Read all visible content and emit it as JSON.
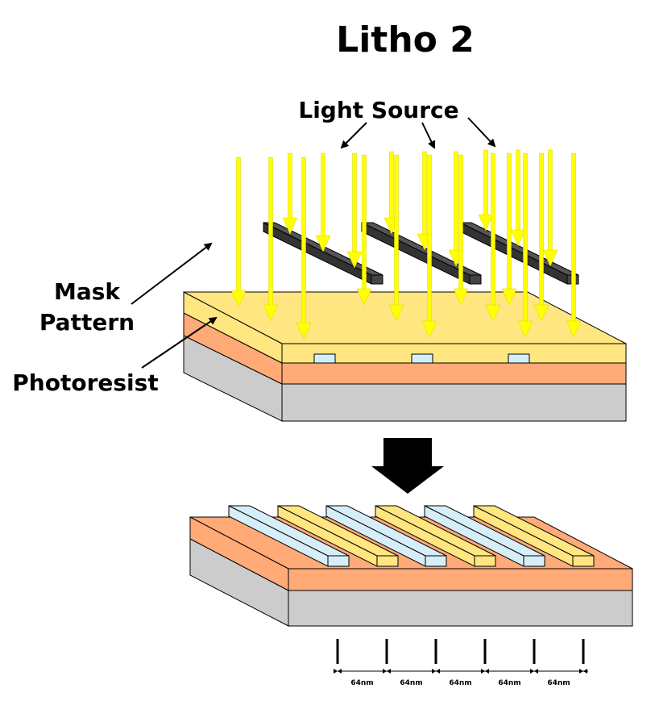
{
  "title": "Litho 2",
  "labels": {
    "light_source": "Light Source",
    "mask_line1": "Mask",
    "mask_line2": "Pattern",
    "photoresist": "Photoresist"
  },
  "dimensions": [
    "64nm",
    "64nm",
    "64nm",
    "64nm",
    "64nm"
  ],
  "colors": {
    "light": "#ffff00",
    "light_stroke": "#d9d900",
    "resist_top": "#ffe680",
    "resist_front": "#ffe680",
    "orange_top": "#ffaa77",
    "orange_front": "#ffaa77",
    "gray_front": "#cccccc",
    "mask_bar": "#555555",
    "blue_line": "#d5eef8",
    "yellow_line": "#ffe680"
  }
}
